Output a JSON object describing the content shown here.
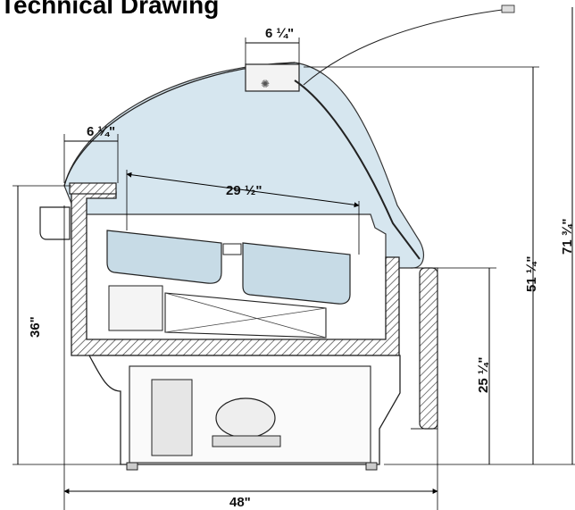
{
  "title": "Technical Drawing",
  "dimensions": {
    "light_width": "6 ¼\"",
    "top_edge": "6 ¼\"",
    "shelf_depth": "29 ½\"",
    "overall_width": "48\"",
    "left_height": "36\"",
    "counter_height": "25 ¼\"",
    "glass_height": "51 ¼\"",
    "total_height": "71 ¾\""
  }
}
